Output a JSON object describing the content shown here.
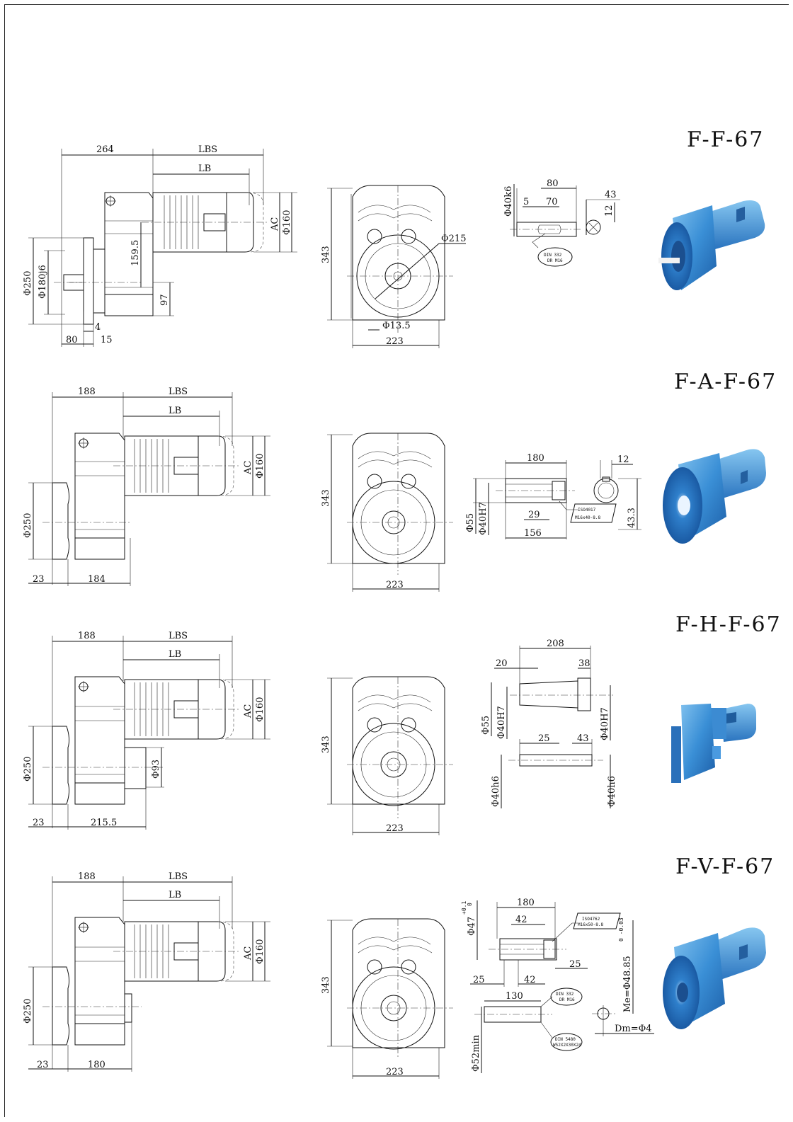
{
  "variants": [
    {
      "title": "F-F-67",
      "side": {
        "d264": "264",
        "lbs": "LBS",
        "lb": "LB",
        "ac": "AC",
        "d160": "Φ160",
        "d250": "Φ250",
        "d180": "Φ180j6",
        "d1595": "159.5",
        "d97": "97",
        "d4": "4",
        "d80": "80",
        "d15": "15"
      },
      "front": {
        "d343": "343",
        "d215": "Φ215",
        "d135": "Φ13.5",
        "d223": "223"
      },
      "shaft": {
        "d40k6": "Φ40k6",
        "d80": "80",
        "d5": "5",
        "d70": "70",
        "d43": "43",
        "d12": "12",
        "din": "DIN 332",
        "dr": "DR M16"
      },
      "photo": "blue flange-mounted gear motor"
    },
    {
      "title": "F-A-F-67",
      "side": {
        "d188": "188",
        "lbs": "LBS",
        "lb": "LB",
        "ac": "AC",
        "d160": "Φ160",
        "d250": "Φ250",
        "d23": "23",
        "d184": "184"
      },
      "front": {
        "d343": "343",
        "d223": "223"
      },
      "shaft": {
        "d180": "180",
        "d12": "12",
        "d55": "Φ55",
        "d40h7": "Φ40H7",
        "d29": "29",
        "d156": "156",
        "d433": "43.3",
        "iso1": "ISO4017",
        "iso2": "M16x40-8.8"
      },
      "photo": "blue hollow-shaft gear motor"
    },
    {
      "title": "F-H-F-67",
      "side": {
        "d188": "188",
        "lbs": "LBS",
        "lb": "LB",
        "ac": "AC",
        "d160": "Φ160",
        "d250": "Φ250",
        "d93": "Φ93",
        "d23": "23",
        "d2155": "215.5"
      },
      "front": {
        "d343": "343",
        "d223": "223"
      },
      "shaft": {
        "d208": "208",
        "d20": "20",
        "d38": "38",
        "d55": "Φ55",
        "d40h7a": "Φ40H7",
        "d40h7b": "Φ40H7",
        "d25": "25",
        "d43": "43",
        "d40h6a": "Φ40h6",
        "d40h6b": "Φ40h6"
      },
      "photo": "blue shrink-disc gear motor"
    },
    {
      "title": "F-V-F-67",
      "side": {
        "d188": "188",
        "lbs": "LBS",
        "lb": "LB",
        "ac": "AC",
        "d160": "Φ160",
        "d250": "Φ250",
        "d23": "23",
        "d180": "180"
      },
      "front": {
        "d343": "343",
        "d223": "223"
      },
      "shaft": {
        "d180": "180",
        "d47": "Φ47",
        "tol47u": "+0.1",
        "tol47l": "0",
        "d42a": "42",
        "iso1": "ISO4762",
        "iso2": "M16x50-8.8",
        "d25a": "25",
        "d25b": "25",
        "d42b": "42",
        "me": "Me=Φ48.85",
        "metol": "0 -0.03",
        "d130": "130",
        "din1": "DIN 332",
        "din1b": "DR M16",
        "din2": "DIN 5480",
        "din2b": "W52X2X30X24",
        "d52": "Φ52min",
        "dm": "Dm=Φ4"
      },
      "photo": "blue splined-shaft gear motor"
    }
  ]
}
